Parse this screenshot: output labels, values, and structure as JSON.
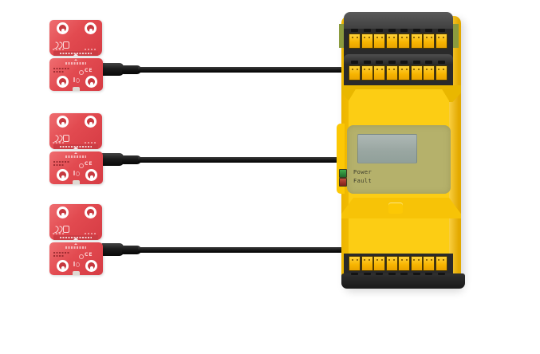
{
  "controller": {
    "name": "safety-relay-module",
    "display": {
      "name": "lcd-screen",
      "color": "#9fa9a5"
    },
    "indicators": [
      {
        "name": "power-led",
        "label": "Power",
        "color": "#2e9e3e"
      },
      {
        "name": "fault-led",
        "label": "Fault",
        "color": "#b23229"
      }
    ],
    "terminal_rows": [
      {
        "name": "top-terminal-row-1",
        "terminal_count": 8
      },
      {
        "name": "top-terminal-row-2",
        "terminal_count": 8
      },
      {
        "name": "bottom-terminal-row",
        "terminal_count": 8
      }
    ],
    "colors": {
      "body_yellow": "#fcc802",
      "recess_panel": "#b5b16b",
      "terminal_yellow": "#f5b300",
      "terminal_block": "#2a2a2a",
      "din_clip_green": "#8b9b3e",
      "base_black": "#222222"
    }
  },
  "switches": [
    {
      "name": "magnetic-safety-switch-1",
      "ce_mark": "CE"
    },
    {
      "name": "magnetic-safety-switch-2",
      "ce_mark": "CE"
    },
    {
      "name": "magnetic-safety-switch-3",
      "ce_mark": "CE"
    }
  ],
  "cables": [
    {
      "name": "sensor-cable-1"
    },
    {
      "name": "sensor-cable-2"
    },
    {
      "name": "sensor-cable-3"
    }
  ],
  "colors": {
    "switch_red": "#e24a50",
    "switch_red_dark": "#cb3d44",
    "cable_black": "#1a1a1a",
    "background": "#ffffff"
  }
}
